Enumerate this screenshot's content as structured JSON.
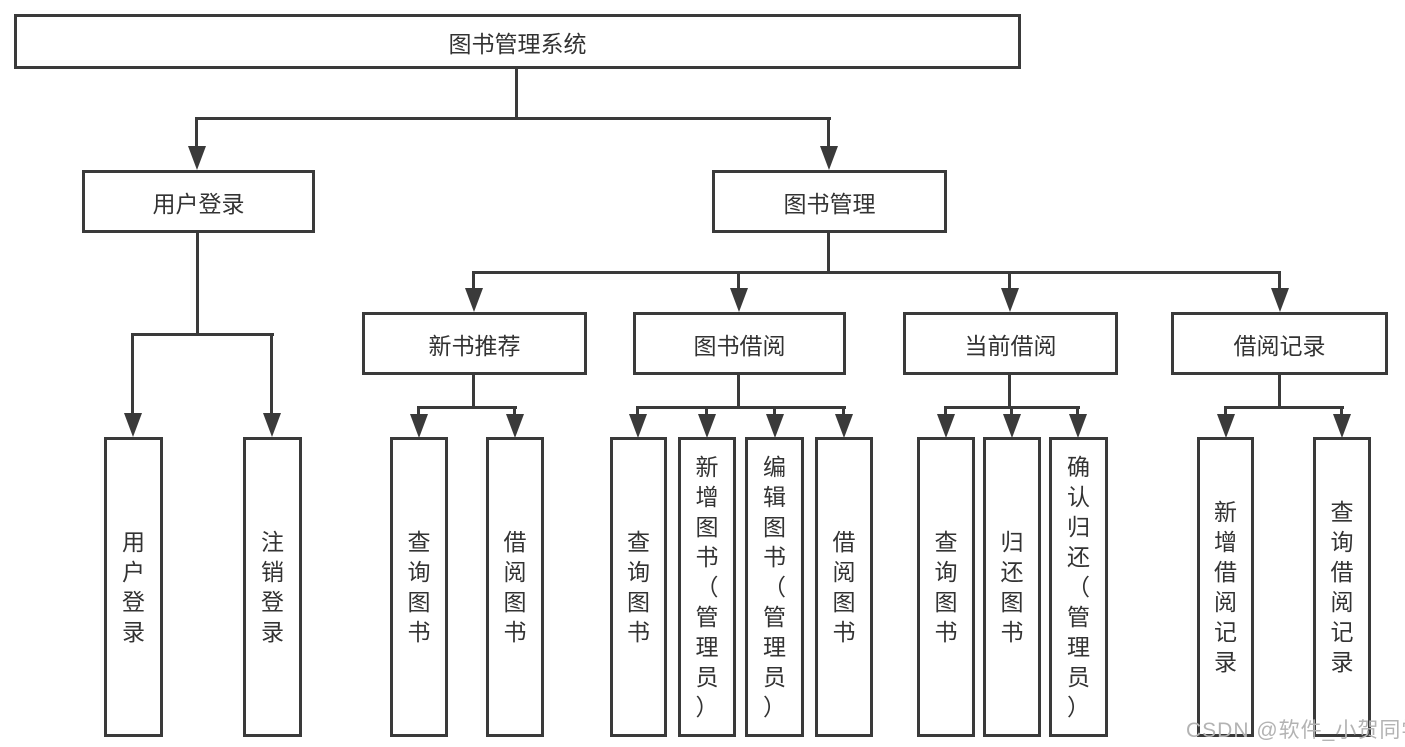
{
  "tree": {
    "root": {
      "label": "图书管理系统"
    },
    "branches": [
      {
        "label": "用户登录",
        "children": [
          {
            "label": "用户登录"
          },
          {
            "label": "注销登录"
          }
        ]
      },
      {
        "label": "图书管理",
        "children": [
          {
            "label": "新书推荐",
            "children": [
              {
                "label": "查询图书"
              },
              {
                "label": "借阅图书"
              }
            ]
          },
          {
            "label": "图书借阅",
            "children": [
              {
                "label": "查询图书"
              },
              {
                "label": "新增图书（管理员）"
              },
              {
                "label": "编辑图书（管理员）"
              },
              {
                "label": "借阅图书"
              }
            ]
          },
          {
            "label": "当前借阅",
            "children": [
              {
                "label": "查询图书"
              },
              {
                "label": "归还图书"
              },
              {
                "label": "确认归还（管理员）"
              }
            ]
          },
          {
            "label": "借阅记录",
            "children": [
              {
                "label": "新增借阅记录"
              },
              {
                "label": "查询借阅记录"
              }
            ]
          }
        ]
      }
    ]
  },
  "watermark": {
    "text": "CSDN @软件_小贺同学"
  },
  "colors": {
    "line": "#3a3a3a",
    "text": "#333333",
    "watermark": "#b3b3b3",
    "background": "#ffffff"
  }
}
